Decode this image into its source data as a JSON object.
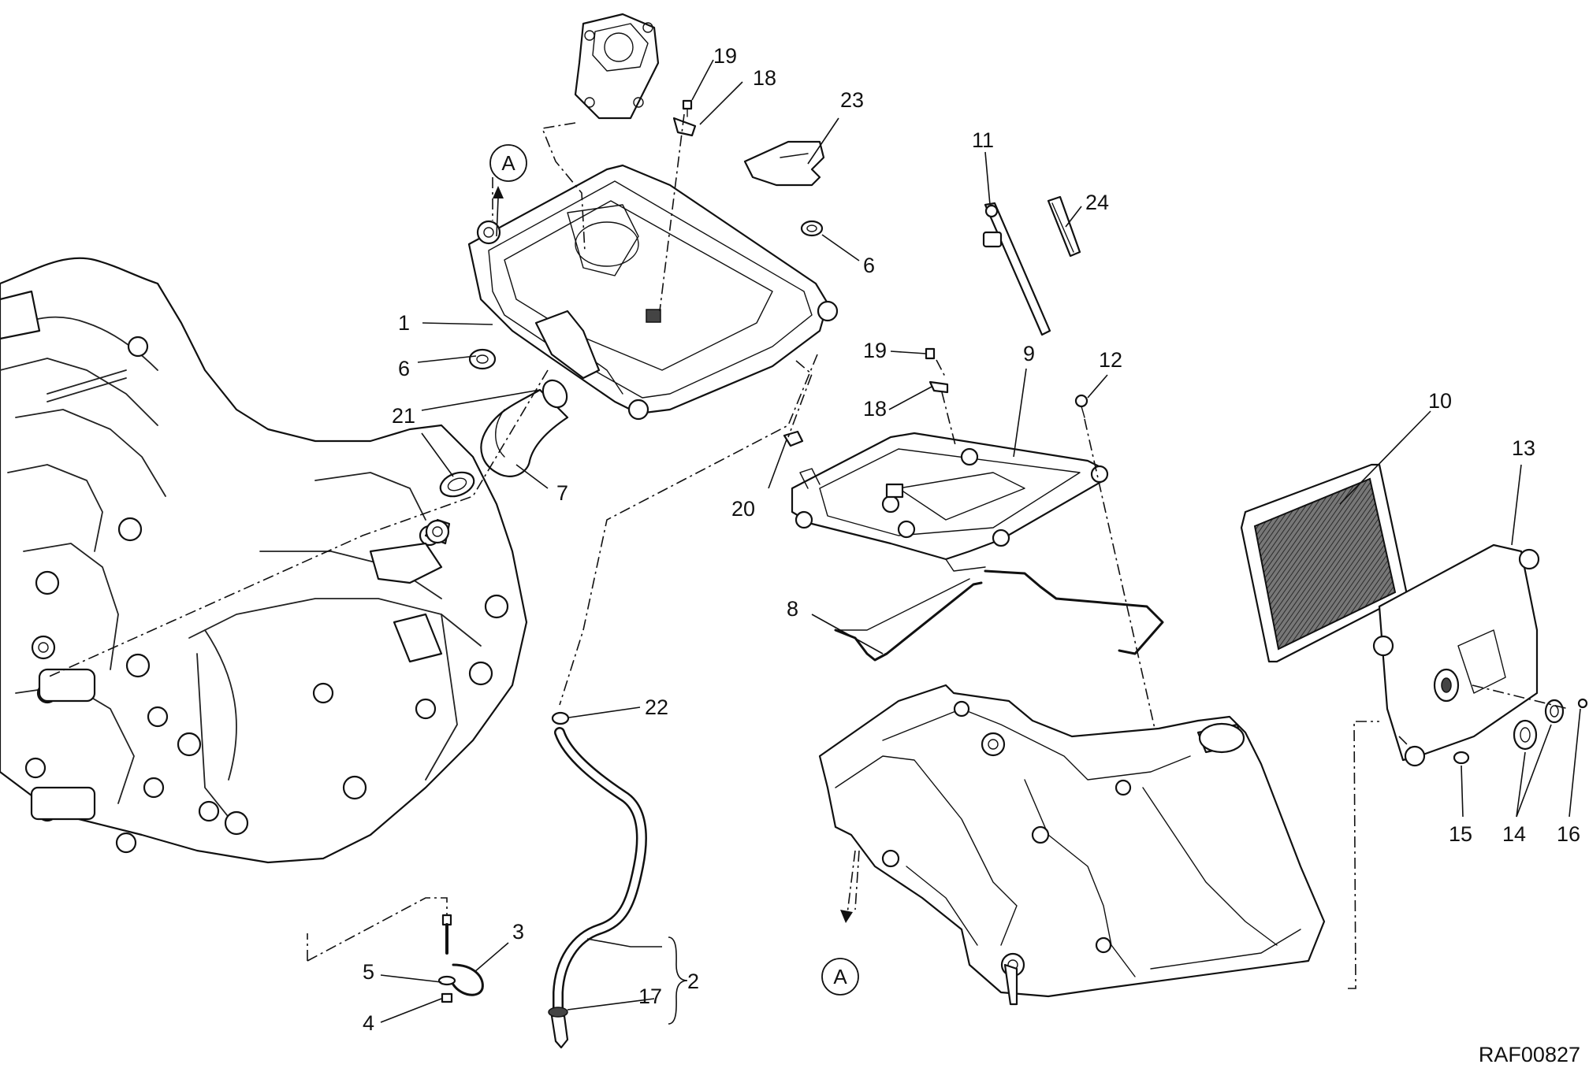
{
  "drawing_code": "RAF00827",
  "reference_marks": [
    {
      "id": "ref-a-top",
      "letter": "A"
    },
    {
      "id": "ref-a-bottom",
      "letter": "A"
    }
  ],
  "callouts": [
    {
      "id": "c19a",
      "text": "19"
    },
    {
      "id": "c18a",
      "text": "18"
    },
    {
      "id": "c23",
      "text": "23"
    },
    {
      "id": "c11",
      "text": "11"
    },
    {
      "id": "c24",
      "text": "24"
    },
    {
      "id": "c6a",
      "text": "6"
    },
    {
      "id": "c1",
      "text": "1"
    },
    {
      "id": "c6b",
      "text": "6"
    },
    {
      "id": "c21",
      "text": "21"
    },
    {
      "id": "c7",
      "text": "7"
    },
    {
      "id": "c19b",
      "text": "19"
    },
    {
      "id": "c18b",
      "text": "18"
    },
    {
      "id": "c9",
      "text": "9"
    },
    {
      "id": "c12",
      "text": "12"
    },
    {
      "id": "c20",
      "text": "20"
    },
    {
      "id": "c10",
      "text": "10"
    },
    {
      "id": "c13",
      "text": "13"
    },
    {
      "id": "c8",
      "text": "8"
    },
    {
      "id": "c22",
      "text": "22"
    },
    {
      "id": "c15",
      "text": "15"
    },
    {
      "id": "c14",
      "text": "14"
    },
    {
      "id": "c16",
      "text": "16"
    },
    {
      "id": "c3",
      "text": "3"
    },
    {
      "id": "c5",
      "text": "5"
    },
    {
      "id": "c4",
      "text": "4"
    },
    {
      "id": "c2",
      "text": "2"
    },
    {
      "id": "c17",
      "text": "17"
    }
  ]
}
